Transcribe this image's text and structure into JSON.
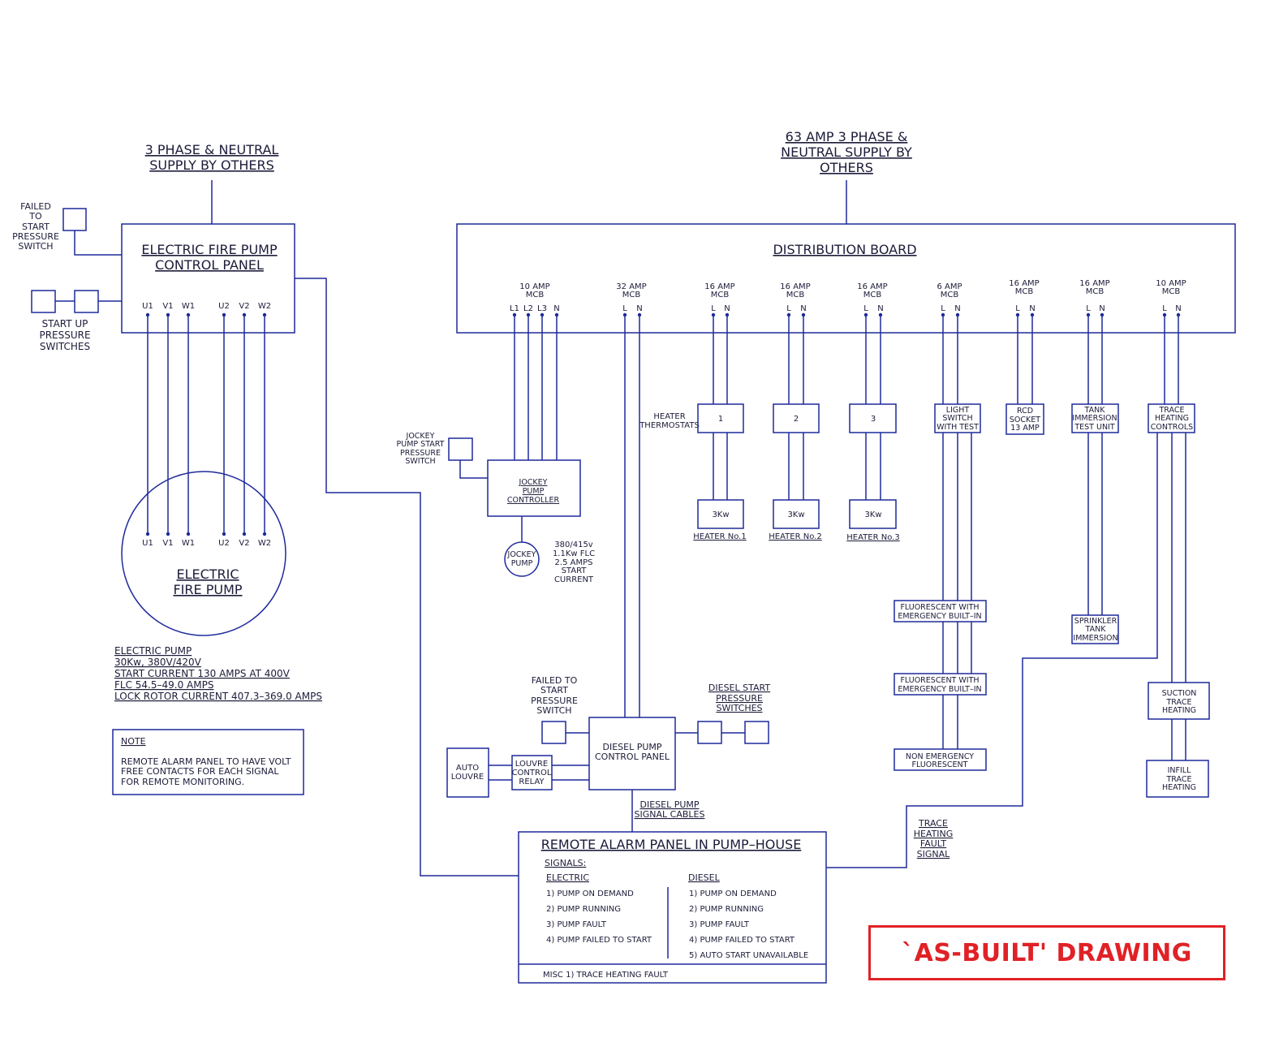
{
  "supply_left": [
    "3 PHASE & NEUTRAL",
    "SUPPLY BY OTHERS"
  ],
  "supply_right": [
    "63 AMP 3 PHASE &",
    "NEUTRAL SUPPLY BY",
    "OTHERS"
  ],
  "failed_to_start_switch": [
    "FAILED",
    "TO",
    "START",
    "PRESSURE",
    "SWITCH"
  ],
  "startup_switches": [
    "START UP",
    "PRESSURE",
    "SWITCHES"
  ],
  "efp_panel": [
    "ELECTRIC FIRE PUMP",
    "CONTROL PANEL"
  ],
  "terminals": [
    "U1",
    "V1",
    "W1",
    "U2",
    "V2",
    "W2"
  ],
  "fire_pump": [
    "ELECTRIC",
    "FIRE PUMP"
  ],
  "pump_specs": [
    "ELECTRIC PUMP",
    "30Kw, 380V/420V",
    "START CURRENT 130 AMPS AT 400V",
    "FLC 54.5–49.0 AMPS",
    "LOCK ROTOR CURRENT 407.3–369.0 AMPS"
  ],
  "note": {
    "title": "NOTE",
    "lines": [
      "REMOTE ALARM PANEL TO HAVE VOLT",
      "FREE CONTACTS FOR EACH SIGNAL",
      "FOR REMOTE MONITORING."
    ]
  },
  "distribution_board": "DISTRIBUTION BOARD",
  "breakers": [
    {
      "rating": "10 AMP",
      "type": "MCB",
      "terminals": [
        "L1",
        "L2",
        "L3",
        "N"
      ]
    },
    {
      "rating": "32 AMP",
      "type": "MCB",
      "terminals": [
        "L",
        "N"
      ]
    },
    {
      "rating": "16 AMP",
      "type": "MCB",
      "terminals": [
        "L",
        "N"
      ]
    },
    {
      "rating": "16 AMP",
      "type": "MCB",
      "terminals": [
        "L",
        "N"
      ]
    },
    {
      "rating": "16 AMP",
      "type": "MCB",
      "terminals": [
        "L",
        "N"
      ]
    },
    {
      "rating": "6 AMP",
      "type": "MCB",
      "terminals": [
        "L",
        "N"
      ]
    },
    {
      "rating": "16 AMP",
      "type": "MCB",
      "terminals": [
        "L",
        "N"
      ]
    },
    {
      "rating": "16 AMP",
      "type": "MCB",
      "terminals": [
        "L",
        "N"
      ]
    },
    {
      "rating": "10 AMP",
      "type": "MCB",
      "terminals": [
        "L",
        "N"
      ]
    }
  ],
  "jockey_start_switch": [
    "JOCKEY",
    "PUMP START",
    "PRESSURE",
    "SWITCH"
  ],
  "jockey_controller": [
    "JOCKEY",
    "PUMP",
    "CONTROLLER"
  ],
  "jockey_pump": [
    "JOCKEY",
    "PUMP"
  ],
  "jockey_specs": [
    "380/415v",
    "1.1Kw FLC",
    "2.5 AMPS",
    "START",
    "CURRENT"
  ],
  "heater_thermostats": [
    "HEATER",
    "THERMOSTATS"
  ],
  "thermostats": [
    "1",
    "2",
    "3"
  ],
  "heaters": [
    "3Kw",
    "3Kw",
    "3Kw"
  ],
  "heater_labels": [
    "HEATER No.1",
    "HEATER No.2",
    "HEATER No.3"
  ],
  "light_switch": [
    "LIGHT",
    "SWITCH",
    "WITH TEST"
  ],
  "rcd_socket": [
    "RCD",
    "SOCKET",
    "13 AMP"
  ],
  "tank_test": [
    "TANK",
    "IMMERSION",
    "TEST UNIT"
  ],
  "trace_controls": [
    "TRACE",
    "HEATING",
    "CONTROLS"
  ],
  "fluorescent_1": [
    "FLUORESCENT WITH",
    "EMERGENCY BUILT–IN"
  ],
  "fluorescent_2": [
    "FLUORESCENT WITH",
    "EMERGENCY BUILT–IN"
  ],
  "non_emergency": [
    "NON EMERGENCY",
    "FLUORESCENT"
  ],
  "sprinkler_tank": [
    "SPRINKLER",
    "TANK",
    "IMMERSION"
  ],
  "suction_trace": [
    "SUCTION",
    "TRACE",
    "HEATING"
  ],
  "infill_trace": [
    "INFILL",
    "TRACE",
    "HEATING"
  ],
  "diesel_failed_switch": [
    "FAILED TO",
    "START",
    "PRESSURE",
    "SWITCH"
  ],
  "diesel_start_switches": [
    "DIESEL START",
    "PRESSURE",
    "SWITCHES"
  ],
  "diesel_panel": [
    "DIESEL PUMP",
    "CONTROL PANEL"
  ],
  "auto_louvre": [
    "AUTO",
    "LOUVRE"
  ],
  "louvre_relay": [
    "LOUVRE",
    "CONTROL",
    "RELAY"
  ],
  "diesel_signal_cables": [
    "DIESEL PUMP",
    "SIGNAL CABLES"
  ],
  "trace_fault_signal": [
    "TRACE",
    "HEATING",
    "FAULT",
    "SIGNAL"
  ],
  "alarm_panel": {
    "title": "REMOTE ALARM PANEL IN PUMP–HOUSE",
    "signals_label": "SIGNALS:",
    "electric_label": "ELECTRIC",
    "diesel_label": "DIESEL",
    "electric": [
      "1) PUMP ON DEMAND",
      "2) PUMP RUNNING",
      "3) PUMP FAULT",
      "4) PUMP FAILED TO START"
    ],
    "diesel": [
      "1) PUMP ON DEMAND",
      "2) PUMP RUNNING",
      "3) PUMP FAULT",
      "4) PUMP FAILED TO START",
      "5) AUTO START UNAVAILABLE"
    ],
    "misc": "MISC 1) TRACE HEATING FAULT"
  },
  "stamp": "`AS-BUILT' DRAWING",
  "colors": {
    "line": "#1f2a9a",
    "text": "#1c1c3a",
    "stamp": "#e02126"
  }
}
